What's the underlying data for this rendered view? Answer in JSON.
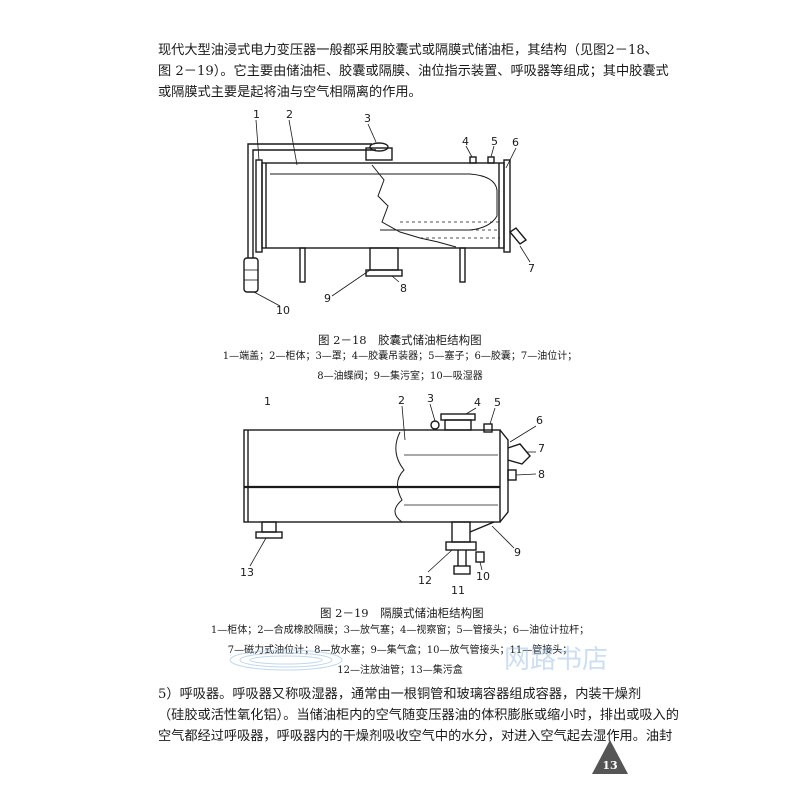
{
  "intro_paragraph": {
    "lines": [
      "现代大型油浸式电力变压器一般都采用胶囊式或隔膜式储油柜，其结构（见图2－18、",
      "图 2－19）。它主要由储油柜、胶囊或隔膜、油位指示装置、呼吸器等组成；其中胶囊式",
      "或隔膜式主要是起将油与空气相隔离的作用。"
    ]
  },
  "figure_2_18": {
    "part_numbers": [
      "1",
      "2",
      "3",
      "4",
      "5",
      "6",
      "7",
      "8",
      "9",
      "10"
    ],
    "caption_title": "图 2－18　胶囊式储油柜结构图",
    "legend_lines": [
      "1—端盖；2—柜体；3—罩；4—胶囊吊装器；5—塞子；6—胶囊；7—油位计；",
      "8—油蝶阀；9—集污室；10—吸湿器"
    ]
  },
  "figure_2_19": {
    "part_numbers": [
      "1",
      "2",
      "3",
      "4",
      "5",
      "6",
      "7",
      "8",
      "9",
      "10",
      "11",
      "12",
      "13"
    ],
    "caption_title": "图 2－19　隔膜式储油柜结构图",
    "legend_lines": [
      "1—柜体；2—合成橡胶隔膜；3—放气塞；4—视察窗；5—管接头；6—油位计拉杆；",
      "7—磁力式油位计；8—放水塞；9—集气盒；10—放气管接头；11—管接头；",
      "12—注放油管；13—集污盒"
    ]
  },
  "watermark_text": "网路书店",
  "body_paragraph": {
    "lines": [
      "5）呼吸器。呼吸器又称吸湿器，通常由一根铜管和玻璃容器组成容器，内装干燥剂",
      "（硅胶或活性氧化铝）。当储油柜内的空气随变压器油的体积膨胀或缩小时，排出或吸入的",
      "空气都经过呼吸器，呼吸器内的干燥剂吸收空气中的水分，对进入空气起去湿作用。油封"
    ]
  },
  "page_number": "13",
  "colors": {
    "ink": "#1a1a1a",
    "paper": "#ffffff",
    "page_badge": "#555555",
    "watermark": "#8fb8de"
  }
}
